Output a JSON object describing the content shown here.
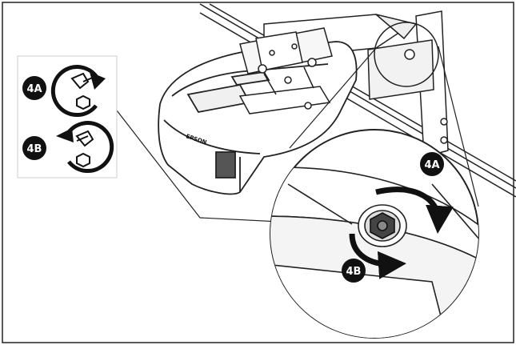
{
  "labels": {
    "legend_clockwise": "4A",
    "legend_counterclockwise": "4B",
    "zoom_clockwise": "4A",
    "zoom_counterclockwise": "4B"
  },
  "brand_mark": "EPSON",
  "icons": {
    "clockwise": "wrench-clockwise-icon",
    "counterclockwise": "wrench-counterclockwise-icon"
  },
  "colors": {
    "ink": "#111111",
    "paper": "#ffffff",
    "shade": "#e6e6e6"
  }
}
